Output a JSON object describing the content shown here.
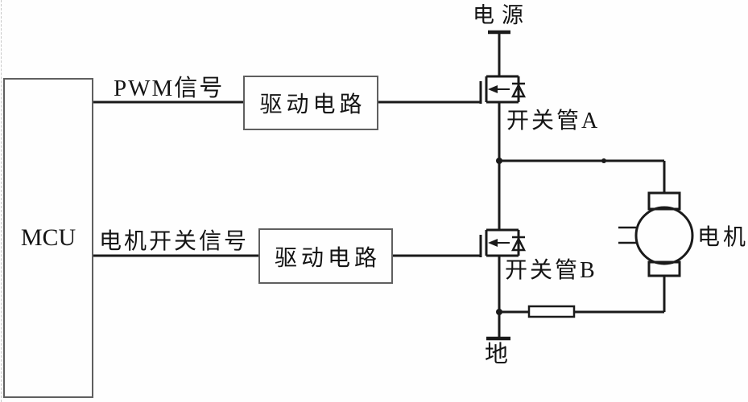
{
  "figure": {
    "blocks": {
      "mcu": {
        "label": "MCU"
      },
      "driver_top": {
        "label": "驱动电路"
      },
      "driver_bottom": {
        "label": "驱动电路"
      }
    },
    "signals": {
      "pwm": "PWM信号",
      "motor_switch": "电机开关信号"
    },
    "terminals": {
      "power": "电源",
      "ground": "地"
    },
    "components": {
      "switch_a": "开关管A",
      "switch_b": "开关管B",
      "motor": "电机"
    },
    "colors": {
      "line": "#1a1a1a",
      "box_border": "#5f5f5f",
      "background": "#fefefe"
    }
  }
}
